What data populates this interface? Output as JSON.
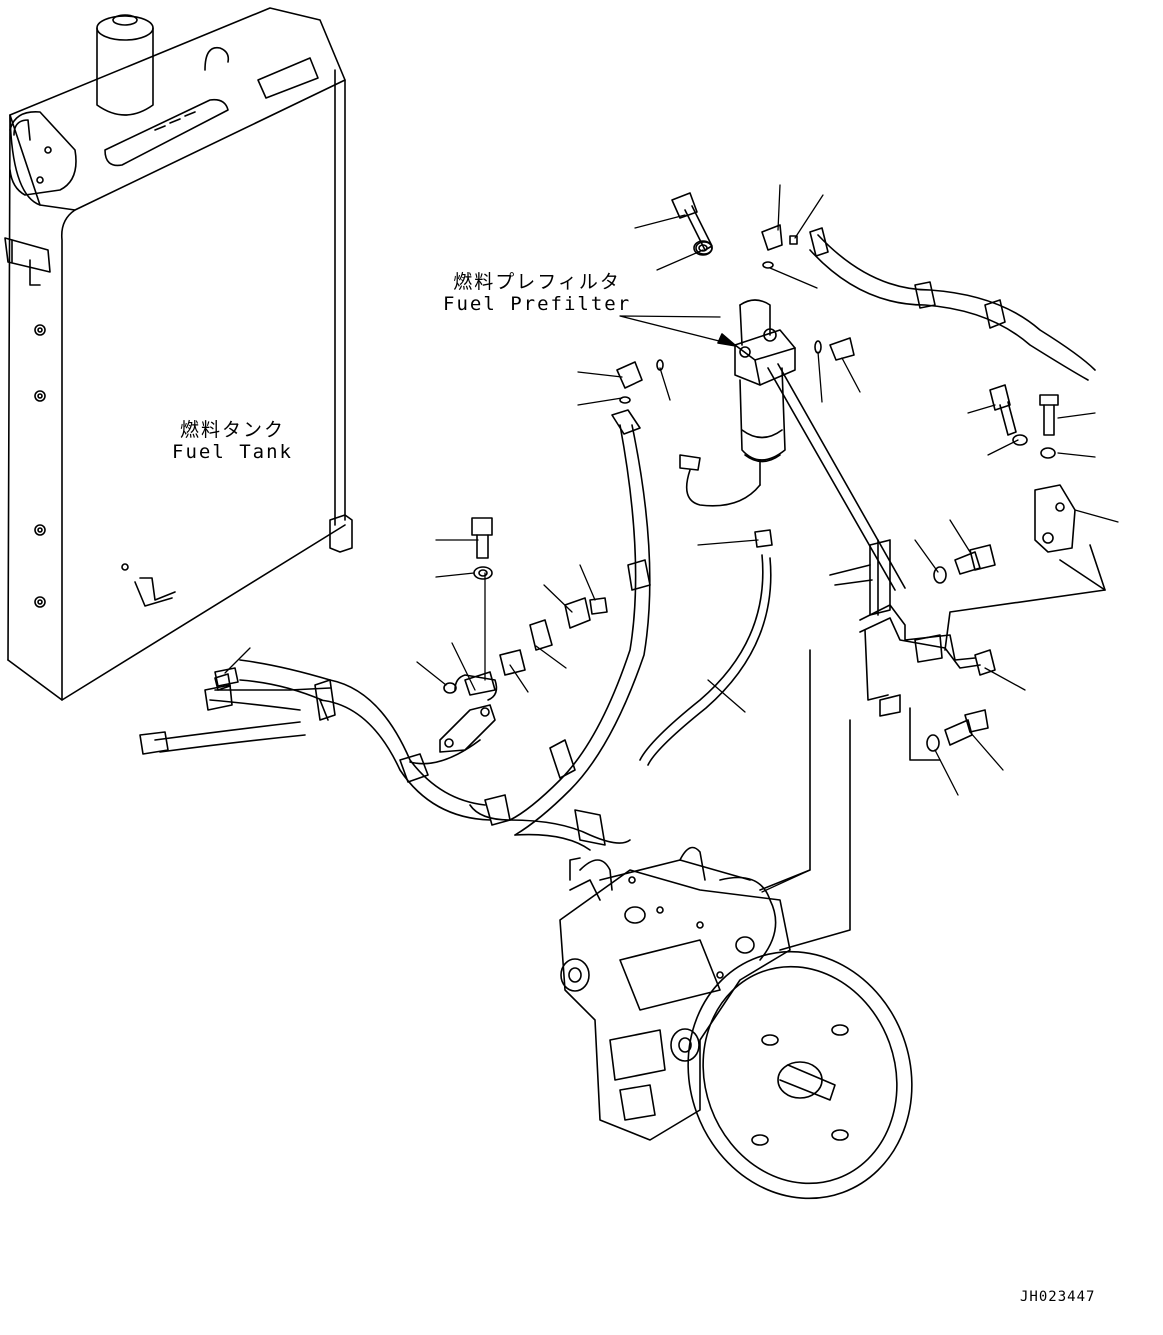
{
  "labels": {
    "fuel_tank": {
      "ja": "燃料タンク",
      "en": "Fuel Tank"
    },
    "fuel_prefilter": {
      "ja": "燃料プレフィルタ",
      "en": "Fuel Prefilter"
    }
  },
  "drawing_code": "JH023447",
  "colors": {
    "ink": "#000000",
    "paper": "#ffffff"
  }
}
